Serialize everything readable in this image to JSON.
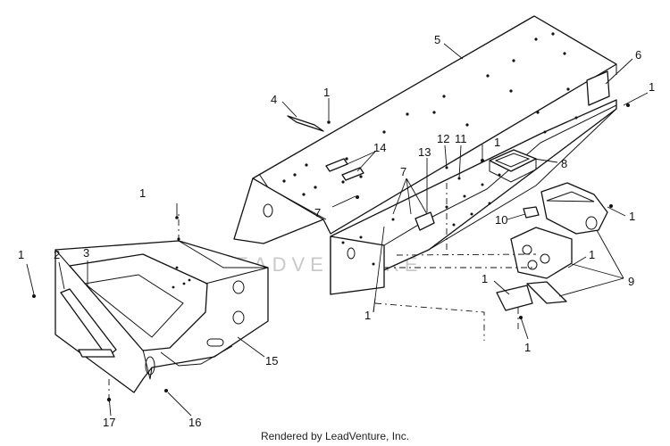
{
  "diagram": {
    "callouts": [
      "1",
      "2",
      "3",
      "4",
      "5",
      "6",
      "7",
      "8",
      "9",
      "10",
      "11",
      "12",
      "13",
      "14",
      "15",
      "16",
      "17"
    ],
    "watermark": "LEADVENTURE"
  },
  "footer": {
    "text": "Rendered by LeadVenture, Inc."
  }
}
